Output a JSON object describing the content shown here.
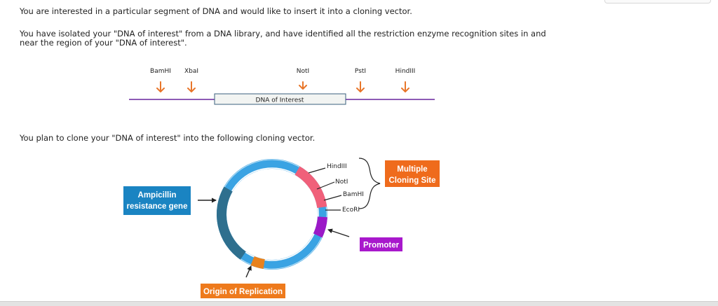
{
  "question": {
    "line1": "You are interested in a particular segment of DNA and would like to insert it into a cloning vector.",
    "line2": "You have isolated your \"DNA of interest\" from a DNA library, and have identified all the restriction enzyme recognition sites in and near the region of your \"DNA of interest\".",
    "line3": "You plan to clone your \"DNA of interest\" into the following cloning vector."
  },
  "dna_map": {
    "sites": [
      "BamHI",
      "XbaI",
      "NotI",
      "PstI",
      "HindIII"
    ],
    "insert_label": "DNA of Interest"
  },
  "vector": {
    "mcs_sites": [
      "HindIII",
      "NotI",
      "BamHI",
      "EcoRI"
    ],
    "labels": {
      "ampicillin_line1": "Ampicillin",
      "ampicillin_line2": "resistance gene",
      "mcs_line1": "Multiple",
      "mcs_line2": "Cloning Site",
      "promoter": "Promoter",
      "origin": "Origin of Replication"
    },
    "colors": {
      "ring": "#3aa3e3",
      "ampicillin": "#2e6f8e",
      "mcs": "#f0607a",
      "promoter": "#9b19c7",
      "origin": "#e8821e",
      "arrow": "#e8762a",
      "dna_line": "#8e5bb5",
      "amp_box": "#1a84c2",
      "mcs_box": "#ef6b1c",
      "promoter_box": "#a818cc",
      "origin_box": "#ee7a1c"
    }
  }
}
